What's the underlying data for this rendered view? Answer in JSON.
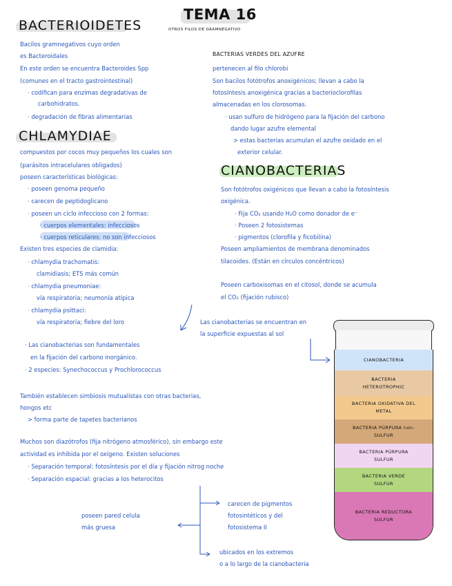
{
  "header": {
    "title": "TEMA 16",
    "subtitle": "OTROS FILOS DE GRAMNEGATIVO"
  },
  "bacteroidetes": {
    "heading": "BACTERIOIDETES",
    "lines": [
      "Bacilos gramnegativos cuyo orden",
      "es Bacteroidales",
      "En este orden se encuentra Bacteroides Spp",
      "(comunes en el tracto gastrointestinal)",
      "· codifican para enzimas degradativas de",
      "carbohidratos.",
      "· degradación de fibras alimentarias"
    ]
  },
  "chlamydiae": {
    "heading": "CHLAMYDIAE",
    "lines": [
      "compuestos por cocos muy pequeños los cuales son",
      "(parásitos intracelulares obligados)",
      "poseen características biológicas:",
      "· poseen genoma pequeño",
      "· carecen de peptidoglicano",
      "· poseen un ciclo infeccioso con 2 formas:",
      "· cuerpos elementales: infecciosos",
      "· cuerpos reticulares: no son infecciosos",
      "Existen tres especies de clamidia:",
      "· chlamydia trachomatis:",
      "clamidiasis; ETS más común",
      "· chlamydia pneumoniae:",
      "vía respiratoria; neumonía atípica",
      "· chlamydia psittaci:",
      "vía respiratoria; fiebre del loro"
    ]
  },
  "green_sulfur": {
    "heading": "BACTERIAS VERDES DEL AZUFRE",
    "lines": [
      "pertenecen al filo chlorobi",
      "Son bacilos fotótrofos anoxigénicos; llevan a cabo la",
      "fotosíntesis anoxigénica gracias a bacterioclorofilas",
      "almacenadas en los clorosomas.",
      "· usan sulfuro de hidrógeno para la fijación del carbono",
      "dando lugar azufre elemental",
      "> estas bacterias acumulan el azufre oxidado en el",
      "exterior celular."
    ]
  },
  "cyano": {
    "heading": "CIANOBACTERIAS",
    "lines": [
      "Son fotótrofos oxigénicos que llevan a cabo la fotosíntesis",
      "oxigénica.",
      "· Fija CO₂ usando H₂O como donador de e⁻",
      "· Poseen 2 fotosistemas",
      "· pigmentos (clorofila y ficobilina)",
      "Poseen ampliamientos de membrana denominados",
      "tilacoides. (Están en círculos concéntricos)",
      "Poseen carboxisomas en el citosol, donde se acumula",
      "el CO₂ (fijación rubisco)",
      "Las cianobacterias se encuentran en",
      "la superficie expuestas al sol"
    ],
    "more": [
      "· Las cianobacterias son fundamentales",
      "en la fijación del carbono inorgánico.",
      "· 2 especies: Synechococcus y Prochlorococcus",
      "También establecen simbiosis mutualistas con otras bacterias,",
      "hongos etc",
      "> forma parte de tapetes bacterianos",
      "Muchos son diazótrofos (fija nitrógeno atmosférico), sin embargo este",
      "actividad es inhibida por el oxígeno. Existen soluciones",
      "· Separación temporal: fotosíntesis por el día y fijación nitrog noche",
      "· Separación espacial: gracias a los heterocitos"
    ],
    "heterocyst": {
      "left": [
        "poseen pared celula",
        "más gruesa"
      ],
      "right_top": [
        "carecen de pigmentos",
        "fotosintéticos y del",
        "fotosistema II"
      ],
      "right_bottom": [
        "ubicados en los extremos",
        "o a lo largo de la cianobacteria"
      ]
    }
  },
  "jar": {
    "layers": [
      {
        "label": "CIANOBACTERIA",
        "color": "#cfe4f8"
      },
      {
        "label": "BACTERIA HETEROTROPHIC",
        "color": "#e9c9a4"
      },
      {
        "label": "BACTERIA OXIDATIVA DEL METAL",
        "color": "#f3c98e"
      },
      {
        "label": "BACTERIA PÚRPURA non-SULFUR",
        "color": "#d4a878"
      },
      {
        "label": "BACTERIA PÚRPURA SULFUR",
        "color": "#f1d6f1"
      },
      {
        "label": "BACTERIA VERDE SULFUR",
        "color": "#b2d77f"
      },
      {
        "label": "BACTERIA REDUCTORA SULFUR",
        "color": "#d978b4"
      }
    ]
  }
}
